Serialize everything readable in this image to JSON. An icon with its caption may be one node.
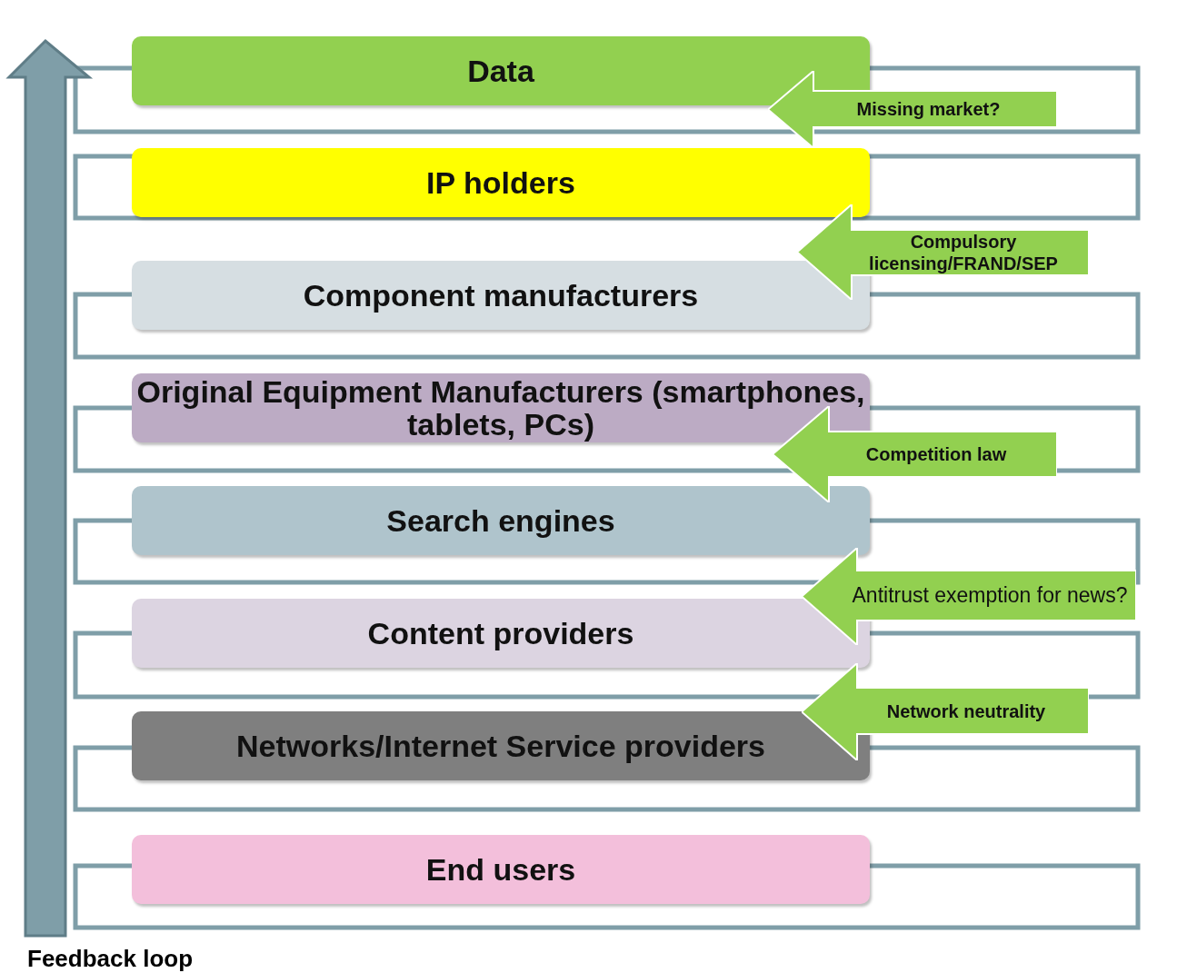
{
  "diagram": {
    "nodes": [
      {
        "text": [
          "Data"
        ]
      },
      {
        "text": [
          "IP holders"
        ]
      },
      {
        "text": [
          "Component manufacturers"
        ]
      },
      {
        "text": [
          "Original Equipment Manufacturers (smartphones, tablets, PCs)"
        ]
      },
      {
        "text": [
          "Search engines"
        ]
      },
      {
        "text": [
          "Content providers"
        ]
      },
      {
        "text": [
          "Networks/Internet Service providers"
        ]
      },
      {
        "text": [
          "End users"
        ]
      },
      {
        "text": [
          "Missing market?"
        ]
      },
      {
        "text": [
          "Compulsory licensing/FRAND/SEP"
        ]
      },
      {
        "text": [
          "Competition law"
        ]
      },
      {
        "text": [
          "Antitrust exemption for news?"
        ]
      },
      {
        "text": [
          "Network neutrality"
        ]
      }
    ],
    "edges": [],
    "labels": [
      "Feedback loop"
    ]
  }
}
